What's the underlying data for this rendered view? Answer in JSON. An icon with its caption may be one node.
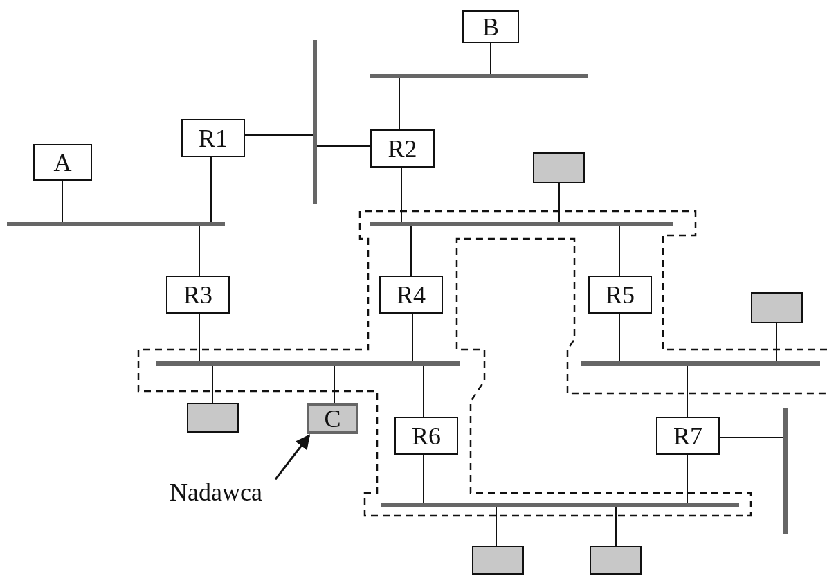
{
  "diagram": {
    "nodes": [
      {
        "text": [
          "B"
        ]
      },
      {
        "text": [],
        "shape": "bar"
      },
      {
        "text": [],
        "shape": "bar"
      },
      {
        "text": [
          "R1"
        ]
      },
      {
        "text": [
          "R2"
        ]
      },
      {
        "text": [
          "A"
        ]
      },
      {
        "text": [],
        "shape": "box"
      },
      {
        "text": [],
        "shape": "bar"
      },
      {
        "text": [],
        "shape": "bar"
      },
      {
        "text": [
          "R3"
        ]
      },
      {
        "text": [
          "R4"
        ]
      },
      {
        "text": [
          "R5"
        ]
      },
      {
        "text": [],
        "shape": "box"
      },
      {
        "text": [],
        "shape": "bar"
      },
      {
        "text": [],
        "shape": "bar"
      },
      {
        "text": [],
        "shape": "box"
      },
      {
        "text": [
          "C"
        ]
      },
      {
        "text": [
          "R6"
        ]
      },
      {
        "text": [
          "R7"
        ]
      },
      {
        "text": [],
        "shape": "bar"
      },
      {
        "text": [
          "Nadawca"
        ]
      },
      {
        "text": [],
        "shape": "bar"
      },
      {
        "text": [],
        "shape": "box"
      },
      {
        "text": [],
        "shape": "box"
      }
    ],
    "edges": [
      {
        "from": 0,
        "to": 2,
        "arrow": "none"
      },
      {
        "from": 2,
        "to": 4,
        "arrow": "none"
      },
      {
        "from": 3,
        "to": 1,
        "arrow": "none"
      },
      {
        "from": 1,
        "to": 4,
        "arrow": "none"
      },
      {
        "from": 5,
        "to": 7,
        "arrow": "none"
      },
      {
        "from": 3,
        "to": 7,
        "arrow": "none"
      },
      {
        "from": 4,
        "to": 8,
        "arrow": "none"
      },
      {
        "from": 6,
        "to": 8,
        "arrow": "none"
      },
      {
        "from": 7,
        "to": 9,
        "arrow": "none"
      },
      {
        "from": 8,
        "to": 10,
        "arrow": "none"
      },
      {
        "from": 8,
        "to": 11,
        "arrow": "none"
      },
      {
        "from": 9,
        "to": 13,
        "arrow": "none"
      },
      {
        "from": 10,
        "to": 13,
        "arrow": "none"
      },
      {
        "from": 11,
        "to": 14,
        "arrow": "none"
      },
      {
        "from": 12,
        "to": 14,
        "arrow": "none"
      },
      {
        "from": 13,
        "to": 15,
        "arrow": "none"
      },
      {
        "from": 13,
        "to": 16,
        "arrow": "none"
      },
      {
        "from": 13,
        "to": 17,
        "arrow": "none"
      },
      {
        "from": 14,
        "to": 18,
        "arrow": "none"
      },
      {
        "from": 18,
        "to": 19,
        "arrow": "none"
      },
      {
        "from": 20,
        "to": 16,
        "arrow": "to"
      },
      {
        "from": 17,
        "to": 21,
        "arrow": "none"
      },
      {
        "from": 18,
        "to": 21,
        "arrow": "none"
      },
      {
        "from": 21,
        "to": 22,
        "arrow": "none"
      },
      {
        "from": 21,
        "to": 23,
        "arrow": "none"
      }
    ]
  }
}
